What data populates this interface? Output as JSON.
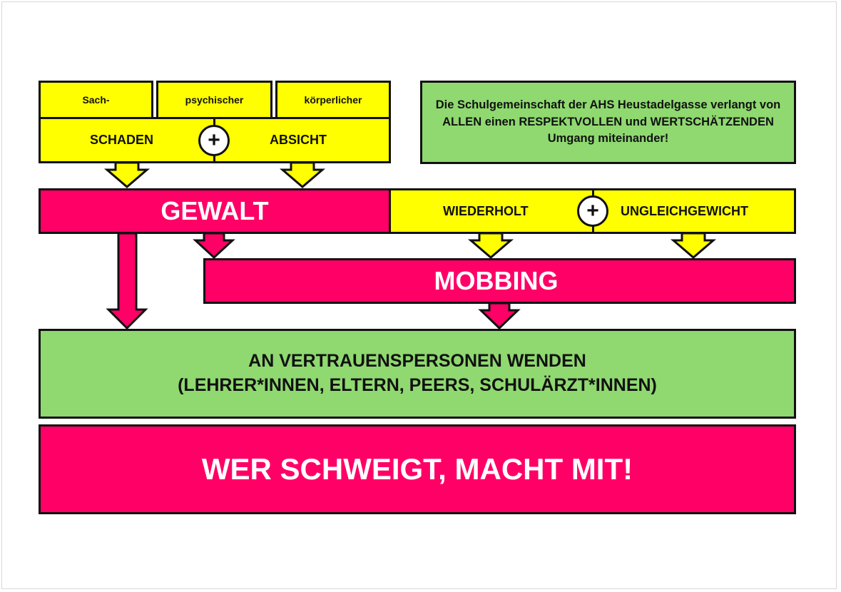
{
  "top_row": {
    "sach": "Sach-",
    "psychischer": "psychischer",
    "koerperlicher": "körperlicher"
  },
  "schaden_absicht": {
    "left": "SCHADEN",
    "plus": "+",
    "right": "ABSICHT"
  },
  "statement": "Die Schulgemeinschaft der AHS Heustadelgasse verlangt von ALLEN einen RESPEKTVOLLEN und WERTSCHÄTZENDEN Umgang miteinander!",
  "gewalt": "GEWALT",
  "mobbing_conditions": {
    "left": "WIEDERHOLT",
    "plus": "+",
    "right": "UNGLEICHGEWICHT"
  },
  "mobbing": "MOBBING",
  "help": {
    "line1": "AN VERTRAUENSPERSONEN WENDEN",
    "line2": "(LEHRER*INNEN, ELTERN, PEERS, SCHULÄRZT*INNEN)"
  },
  "slogan": "WER SCHWEIGT, MACHT MIT!",
  "colors": {
    "pink": "#ff0066",
    "yellow": "#ffff00",
    "green": "#8fd970",
    "border": "#111111"
  }
}
